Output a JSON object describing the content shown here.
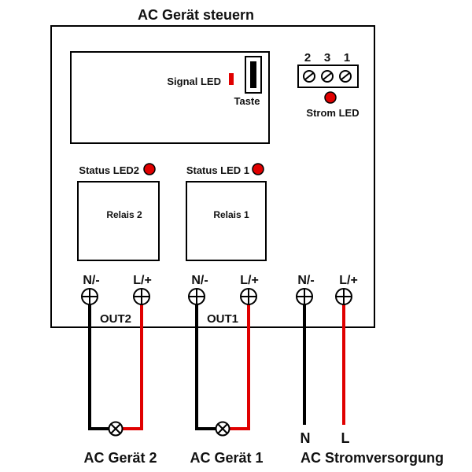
{
  "title": "AC Gerät steuern",
  "colors": {
    "led": "#e00000",
    "wire_live": "#e00000",
    "wire_neutral": "#000000",
    "outline": "#000000"
  },
  "module": {
    "signal_led_label": "Signal LED",
    "button_label": "Taste",
    "power_terminal_numbers": [
      "2",
      "3",
      "1"
    ],
    "power_led_label": "Strom LED",
    "status_led2_label": "Status LED2",
    "status_led1_label": "Status LED 1",
    "relay2_label": "Relais 2",
    "relay1_label": "Relais 1"
  },
  "terminals": {
    "n_label": "N/-",
    "l_label": "L/+",
    "out2_label": "OUT2",
    "out1_label": "OUT1"
  },
  "supply": {
    "n_label": "N",
    "l_label": "L"
  },
  "loads": {
    "device2_label": "AC Gerät 2",
    "device1_label": "AC Gerät 1",
    "supply_label": "AC Stromversorgung"
  },
  "icons": [
    "terminal-screw-icon",
    "lamp-icon",
    "led-icon",
    "push-button-icon"
  ]
}
